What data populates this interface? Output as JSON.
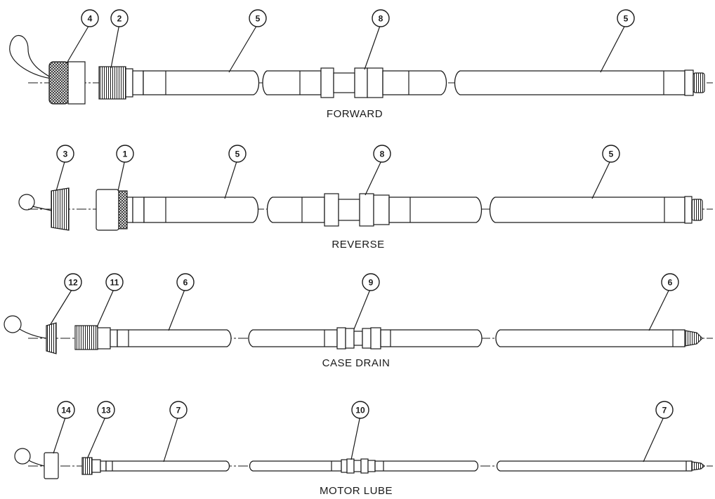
{
  "assemblies": [
    {
      "id": "forward",
      "title": "FORWARD",
      "callouts": [
        "4",
        "2",
        "5",
        "8",
        "5"
      ]
    },
    {
      "id": "reverse",
      "title": "REVERSE",
      "callouts": [
        "3",
        "1",
        "5",
        "8",
        "5"
      ]
    },
    {
      "id": "case-drain",
      "title": "CASE DRAIN",
      "callouts": [
        "12",
        "11",
        "6",
        "9",
        "6"
      ]
    },
    {
      "id": "motor-lube",
      "title": "MOTOR LUBE",
      "callouts": [
        "14",
        "13",
        "7",
        "10",
        "7"
      ]
    }
  ],
  "colors": {
    "line": "#1a1a1a",
    "background": "#ffffff"
  }
}
